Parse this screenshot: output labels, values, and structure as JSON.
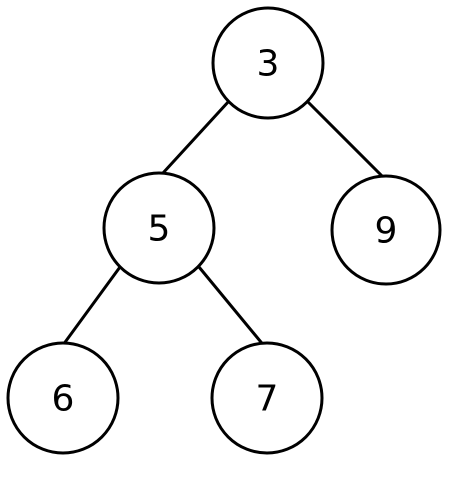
{
  "diagram": {
    "type": "binary-tree",
    "nodes": [
      {
        "id": "n3",
        "label": "3"
      },
      {
        "id": "n5",
        "label": "5"
      },
      {
        "id": "n9",
        "label": "9"
      },
      {
        "id": "n6",
        "label": "6"
      },
      {
        "id": "n7",
        "label": "7"
      }
    ],
    "edges": [
      {
        "from": "n3",
        "to": "n5"
      },
      {
        "from": "n3",
        "to": "n9"
      },
      {
        "from": "n5",
        "to": "n6"
      },
      {
        "from": "n5",
        "to": "n7"
      }
    ]
  },
  "colors": {
    "stroke": "#000000",
    "fill": "#ffffff",
    "text": "#000000"
  }
}
